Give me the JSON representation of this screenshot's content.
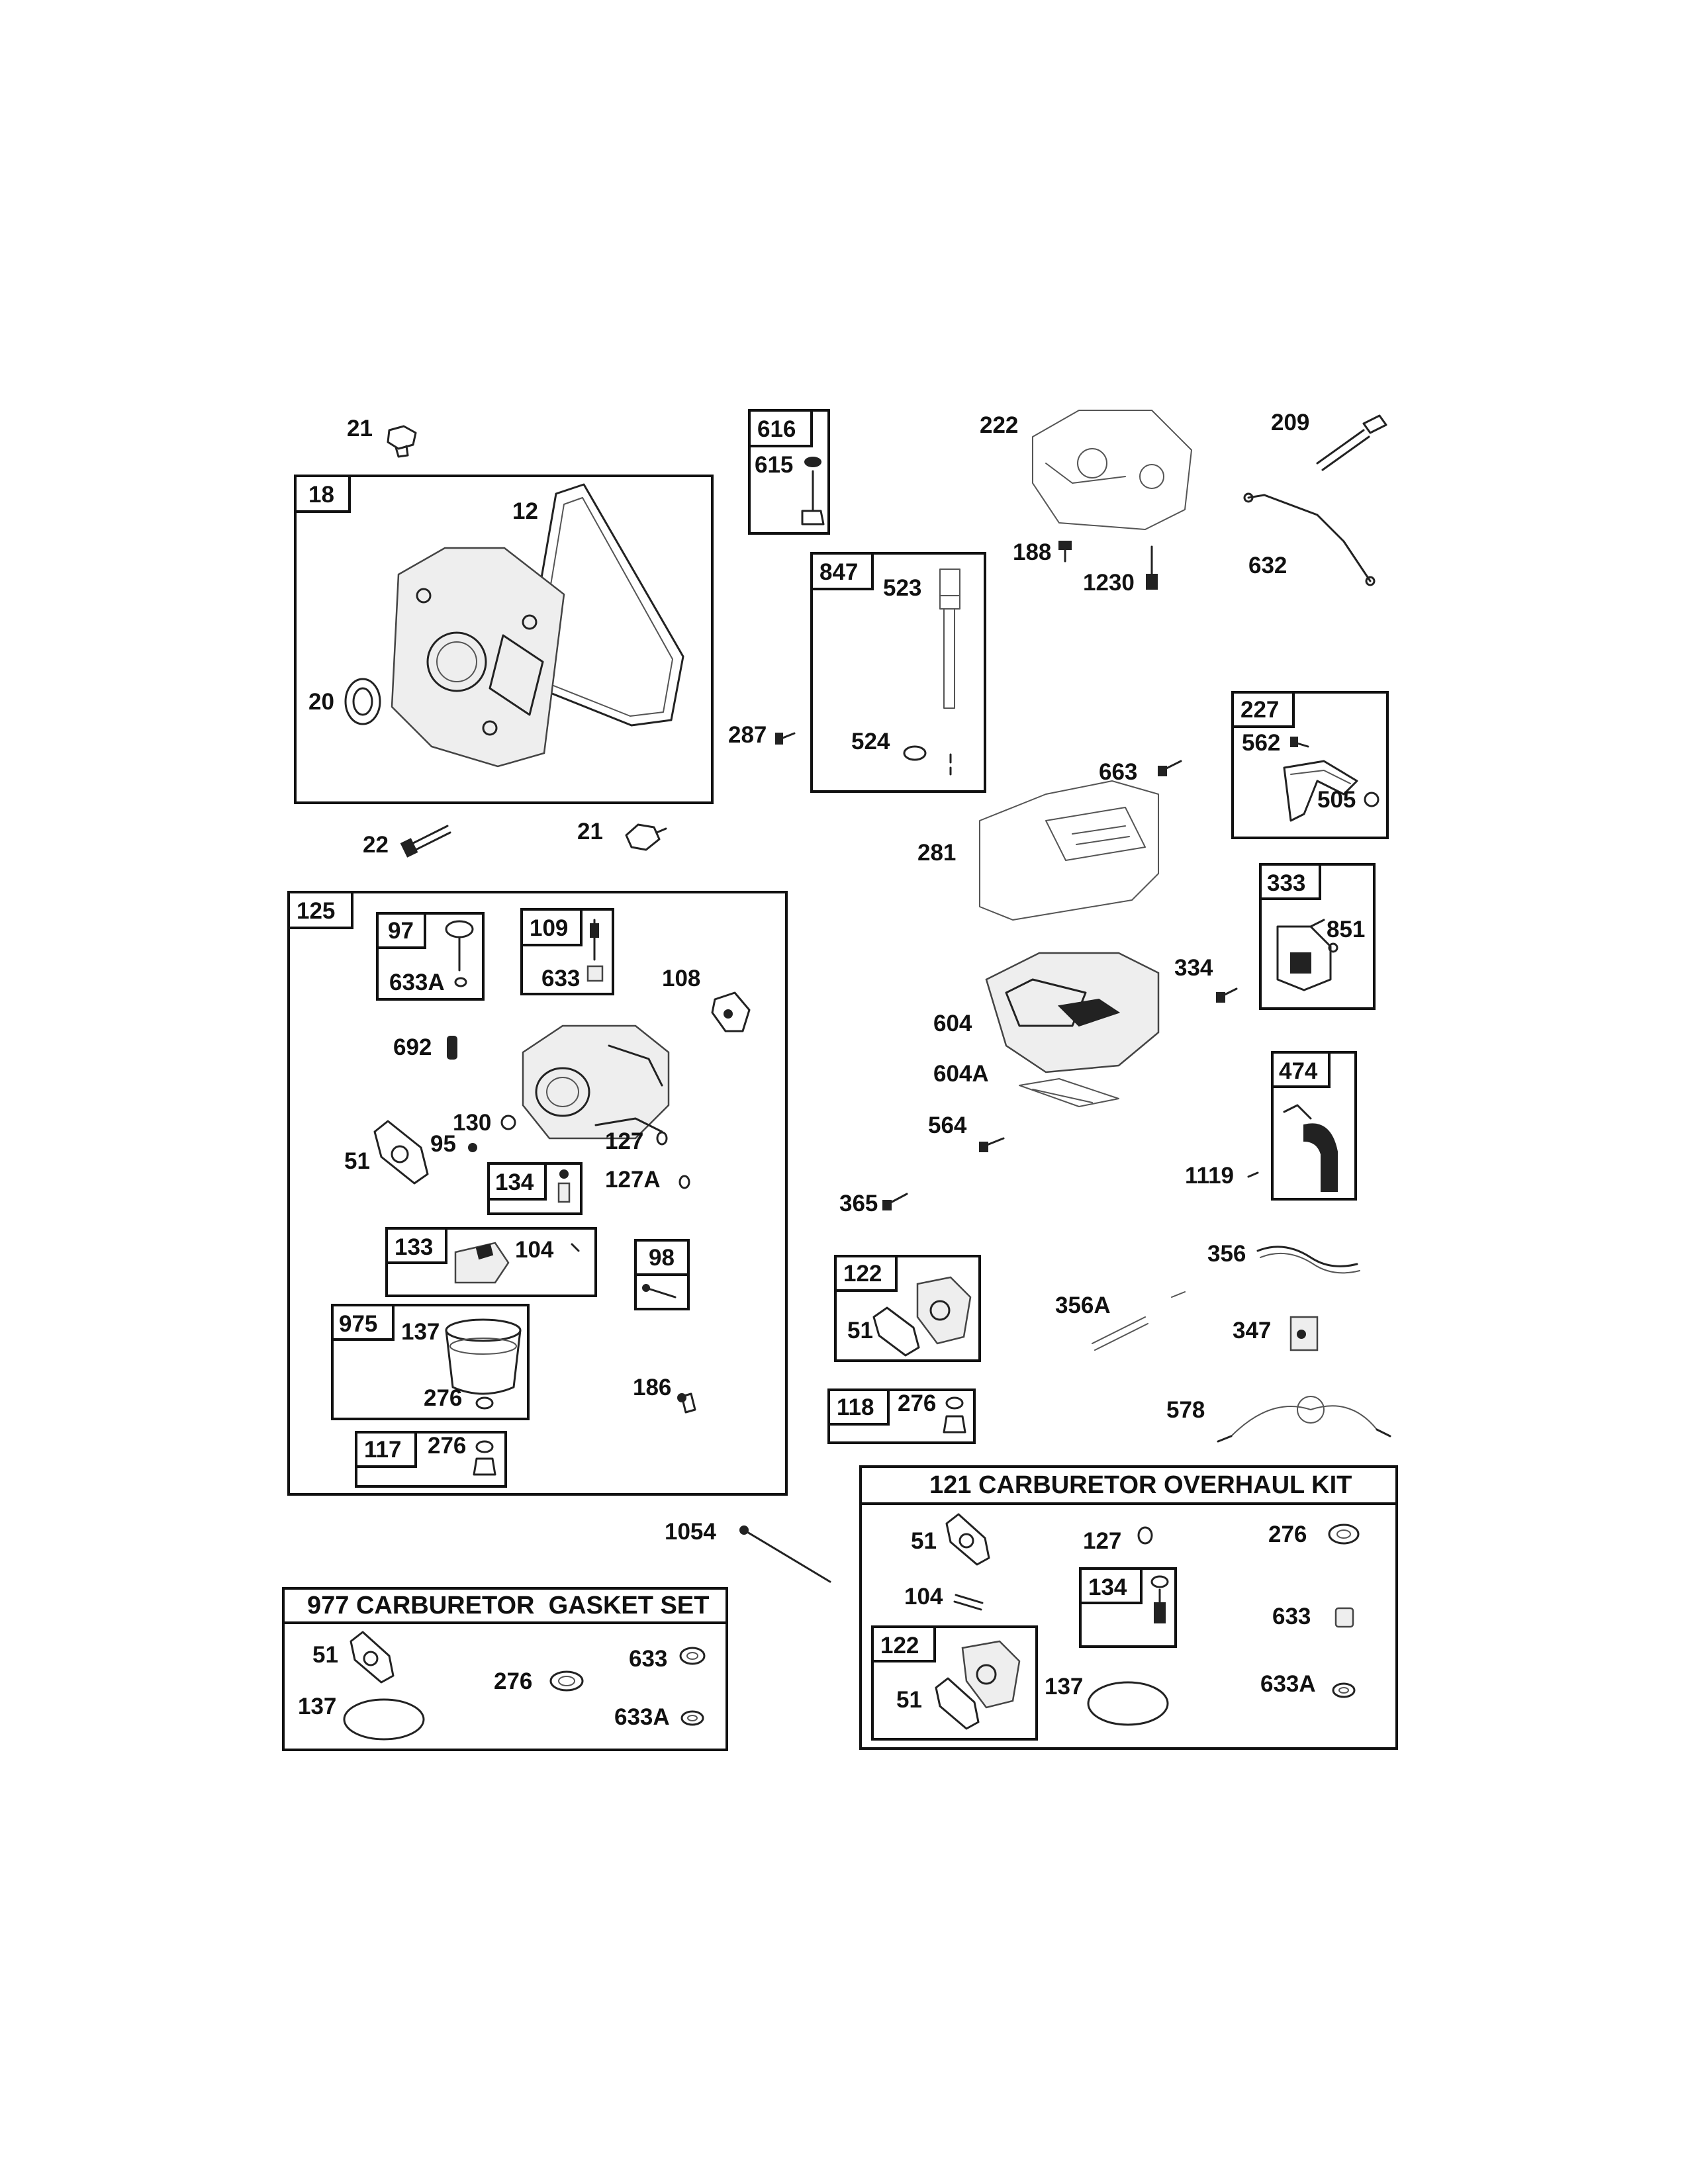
{
  "labels": {
    "l21a": "21",
    "l12": "12",
    "l20": "20",
    "l22": "22",
    "l21b": "21",
    "l615": "615",
    "l523": "523",
    "l287": "287",
    "l524": "524",
    "l222": "222",
    "l188": "188",
    "l1230": "1230",
    "l209": "209",
    "l632": "632",
    "l562": "562",
    "l505": "505",
    "l663": "663",
    "l281": "281",
    "l851": "851",
    "l334": "334",
    "l604": "604",
    "l604a": "604A",
    "l564": "564",
    "l1119": "1119",
    "l365": "365",
    "l356": "356",
    "l356a": "356A",
    "l347": "347",
    "l578": "578",
    "l51g": "51",
    "l276r": "276",
    "l633r": "633",
    "l137r": "137",
    "l633ar": "633A",
    "l633a97": "633A",
    "l633_109": "633",
    "l108": "108",
    "l692": "692",
    "l130": "130",
    "l95": "95",
    "l51c": "51",
    "l127": "127",
    "l127a": "127A",
    "l104c": "104",
    "l137c": "137",
    "l276c": "276",
    "l186": "186",
    "l276e": "276",
    "l51k": "51",
    "l276s": "276",
    "l1054": "1054",
    "l51o": "51",
    "l127o": "127",
    "l276o": "276",
    "l104o": "104",
    "l633o": "633",
    "l51p": "51",
    "l137o": "137",
    "l633ao": "633A",
    "l51t": "51",
    "l137t": "137",
    "l276t": "276",
    "l633t": "633",
    "l633at": "633A"
  },
  "boxes": {
    "b18": "18",
    "b616": "616",
    "b847": "847",
    "b227": "227",
    "b333": "333",
    "b474": "474",
    "b125": "125",
    "b97": "97",
    "b109": "109",
    "b134": "134",
    "b133": "133",
    "b98": "98",
    "b975": "975",
    "b117": "117",
    "b122": "122",
    "b118": "118",
    "b134o": "134",
    "b122o": "122"
  },
  "kits": {
    "overhaul_title": "121 CARBURETOR OVERHAUL KIT",
    "gasket_title": "977 CARBURETOR  GASKET SET"
  }
}
